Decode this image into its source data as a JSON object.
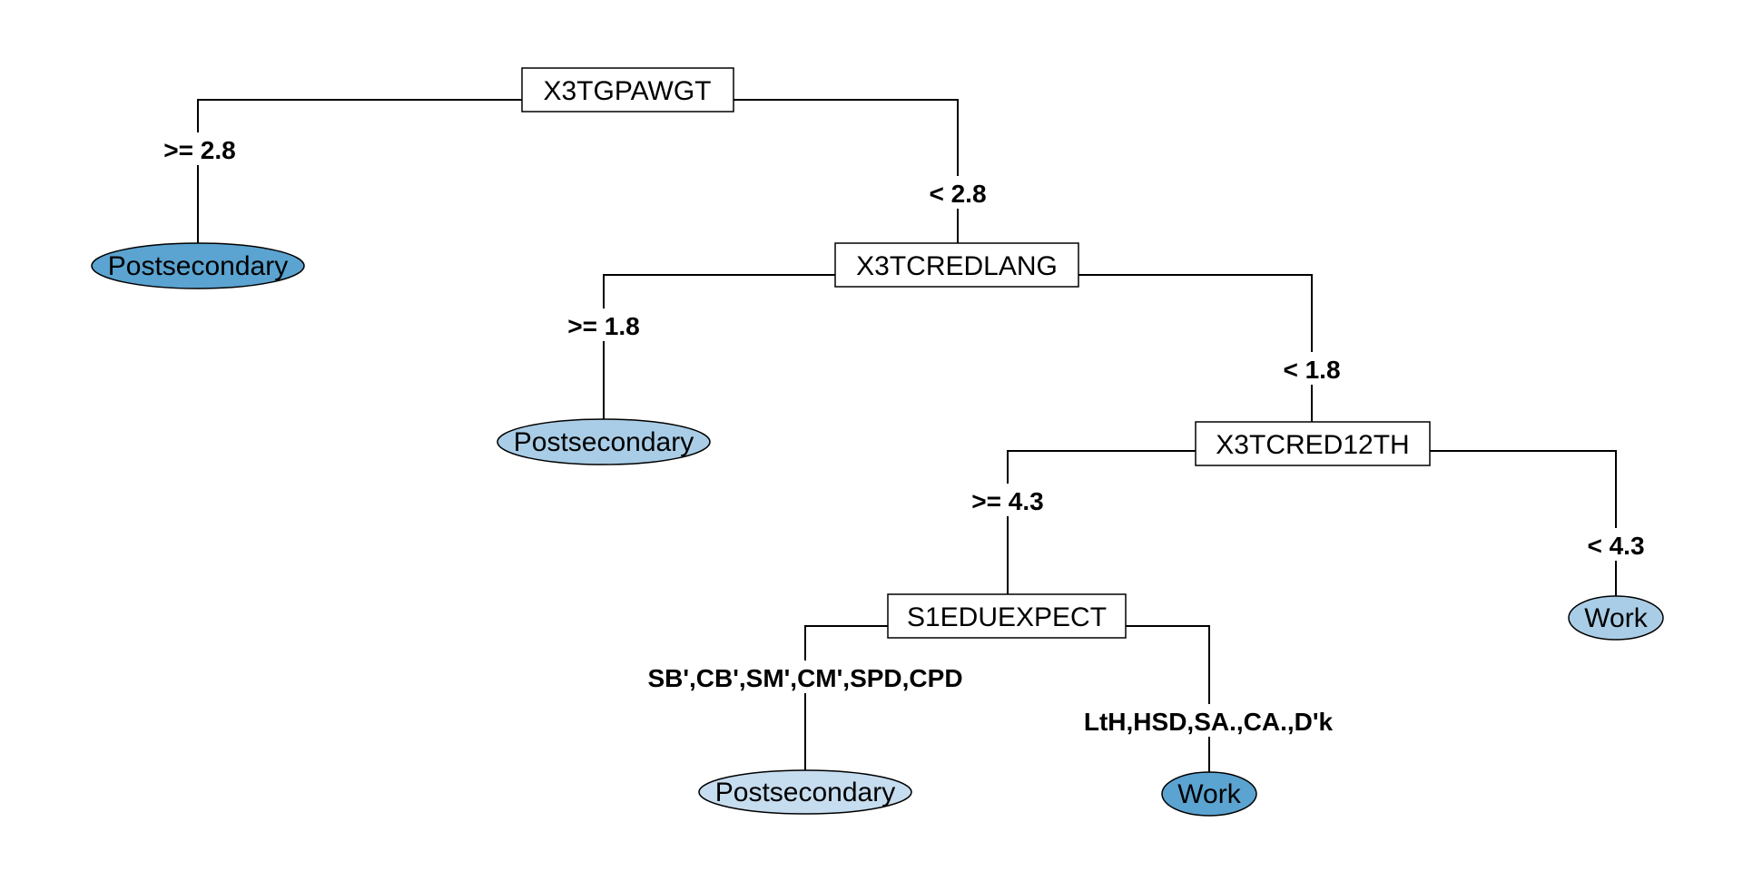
{
  "tree": {
    "colors": {
      "line": "#000000",
      "split_box_fill": "#ffffff",
      "leaf_dark": "#5ba3d0",
      "leaf_mid": "#a9cde6",
      "leaf_light": "#c6dcef"
    },
    "splits": {
      "root": {
        "label": "X3TGPAWGT"
      },
      "n2": {
        "label": "X3TCREDLANG"
      },
      "n3": {
        "label": "X3TCRED12TH"
      },
      "n4": {
        "label": "S1EDUEXPECT"
      }
    },
    "leaves": {
      "leaf1": {
        "label": "Postsecondary",
        "color": "#5ba3d0"
      },
      "leaf2": {
        "label": "Postsecondary",
        "color": "#a9cde6"
      },
      "leaf3": {
        "label": "Postsecondary",
        "color": "#c6dcef"
      },
      "leaf4": {
        "label": "Work",
        "color": "#5ba3d0"
      },
      "leaf5": {
        "label": "Work",
        "color": "#a9cde6"
      }
    },
    "edges": {
      "root_left": ">= 2.8",
      "root_right": "< 2.8",
      "n2_left": ">= 1.8",
      "n2_right": "< 1.8",
      "n3_left": ">= 4.3",
      "n3_right": "< 4.3",
      "n4_left": "SB',CB',SM',CM',SPD,CPD",
      "n4_right": "LtH,HSD,SA.,CA.,D'k"
    }
  }
}
